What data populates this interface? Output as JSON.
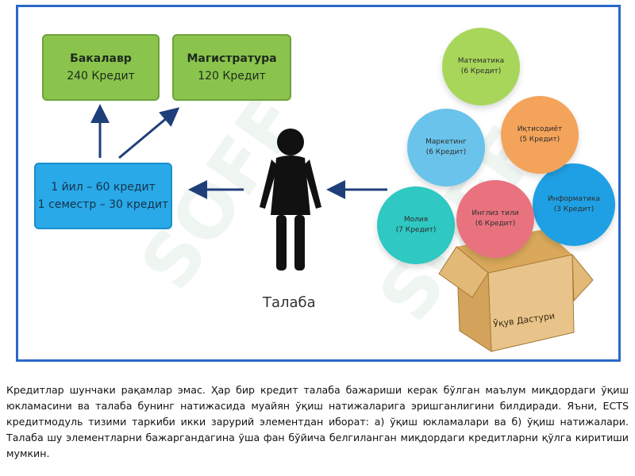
{
  "diagram": {
    "bachelor": {
      "title": "Бакалавр",
      "credits": "240 Кредит"
    },
    "master": {
      "title": "Магистратура",
      "credits": "120 Кредит"
    },
    "rule": {
      "line1": "1 йил – 60 кредит",
      "line2": "1 семестр – 30 кредит"
    },
    "student_label": "Талаба",
    "box_label": "Ўқув Дастури",
    "watermark": "SOFF",
    "subjects": [
      {
        "name": "Математика",
        "credits": "(6 Кредит)",
        "color": "#a8d65a"
      },
      {
        "name": "Иқтисодиёт",
        "credits": "(5 Кредит)",
        "color": "#f4a35a"
      },
      {
        "name": "Маркетинг",
        "credits": "(6 Кредит)",
        "color": "#69c3ea"
      },
      {
        "name": "Информатика",
        "credits": "(3 Кредит)",
        "color": "#1fa0e4"
      },
      {
        "name": "Инглиз тили",
        "credits": "(6 Кредит)",
        "color": "#e8737f"
      },
      {
        "name": "Молия",
        "credits": "(7 Кредит)",
        "color": "#2fc8c2"
      }
    ]
  },
  "paragraph": "Кредитлар шунчаки рақамлар эмас. Ҳар бир кредит талаба бажариши керак бўлган маълум миқдордаги ўқиш юкламасини ва талаба бунинг натижасида муайян ўқиш натижаларига эришганлигини билдиради. Яъни, ECTS кредитмодуль тизими таркиби икки зарурий элементдан иборат: а) ўқиш юкламалари ва б) ўқиш натижалари. Талаба шу элементларни бажаргандагина ўша фан бўйича белгиланган миқдордаги кредитларни қўлга киритиши мумкин.",
  "colors": {
    "frame_border": "#2a68c8",
    "green_box": "#8ac44c",
    "blue_box": "#29a9e8",
    "arrow": "#1f3f7a"
  }
}
